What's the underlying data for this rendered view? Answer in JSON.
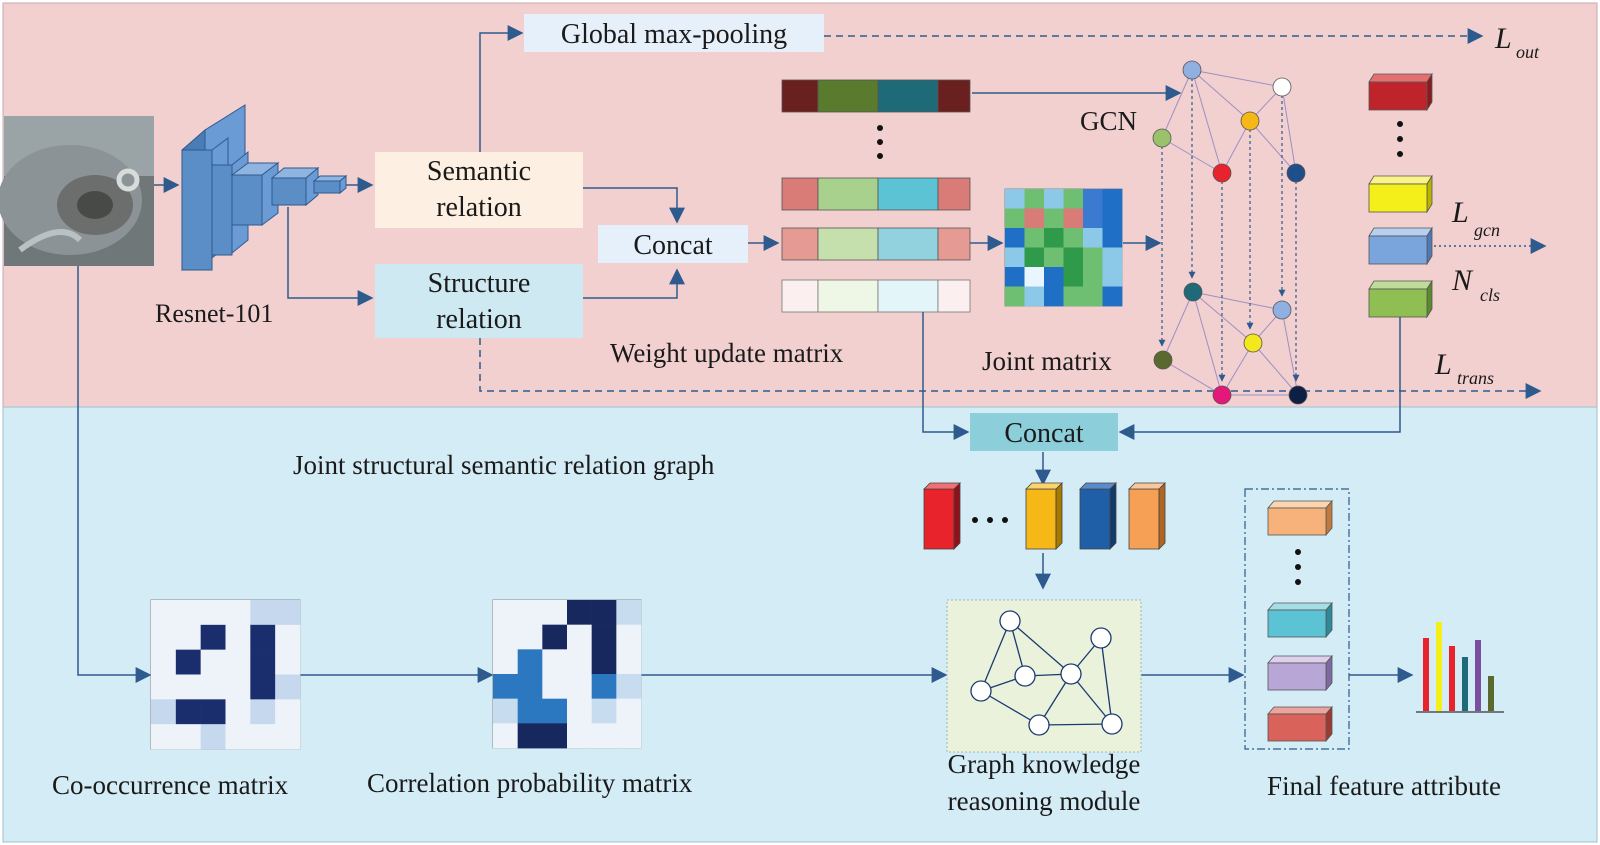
{
  "labels": {
    "global_max_pooling": "Global max-pooling",
    "semantic_relation_l1": "Semantic",
    "semantic_relation_l2": "relation",
    "structure_relation_l1": "Structure",
    "structure_relation_l2": "relation",
    "concat_top": "Concat",
    "concat_bottom": "Concat",
    "resnet": "Resnet-101",
    "gcn": "GCN",
    "weight_update_matrix": "Weight update matrix",
    "joint_matrix": "Joint matrix",
    "joint_graph_title": "Joint structural semantic relation graph",
    "cooccurrence_matrix": "Co-occurrence matrix",
    "correlation_matrix": "Correlation probability matrix",
    "graph_module_l1": "Graph knowledge",
    "graph_module_l2": "reasoning module",
    "final_feature": "Final feature attribute"
  },
  "losses": {
    "out": {
      "main": "L",
      "sub": "out"
    },
    "gcn": {
      "main": "L",
      "sub": "gcn"
    },
    "cls": {
      "main": "N",
      "sub": "cls"
    },
    "trans": {
      "main": "L",
      "sub": "trans"
    }
  },
  "colors": {
    "top_panel": "#f2d0d0",
    "bottom_panel": "#d4ecf5",
    "arrow": "#2e5a8e",
    "resnet_block": "#5b8ec7",
    "semantic_box": "#fdf0e2",
    "structure_box": "#cfe9f2",
    "concat_box": "#e6f0fa",
    "concat_bottom_box": "#8ccfdb",
    "graph_module_box": "#eaf2dc"
  }
}
